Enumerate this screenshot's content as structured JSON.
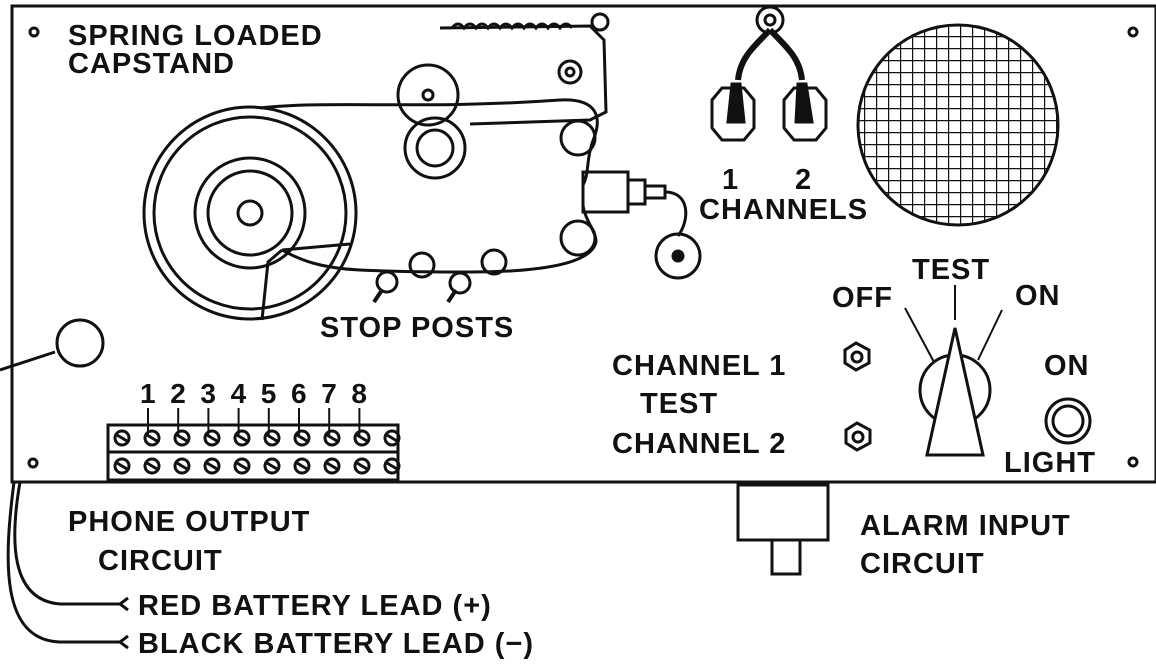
{
  "labels": {
    "capstand_line1": "SPRING LOADED",
    "capstand_line2": "CAPSTAND",
    "channel_1": "1",
    "channel_2": "2",
    "channels": "CHANNELS",
    "stop_posts": "STOP POSTS",
    "test": "TEST",
    "off": "OFF",
    "on_switch": "ON",
    "channel1_test": "CHANNEL 1",
    "test_word": "TEST",
    "channel2_test": "CHANNEL 2",
    "on_light": "ON",
    "light": "LIGHT",
    "phone_output_line1": "PHONE OUTPUT",
    "phone_output_line2": "CIRCUIT",
    "alarm_input_line1": "ALARM INPUT",
    "alarm_input_line2": "CIRCUIT",
    "red_lead": "RED BATTERY LEAD (+)",
    "black_lead": "BLACK BATTERY LEAD (−)"
  },
  "terminal_numbers": [
    "1",
    "2",
    "3",
    "4",
    "5",
    "6",
    "7",
    "8"
  ],
  "colors": {
    "ink": "#111111",
    "paper": "#ffffff"
  }
}
